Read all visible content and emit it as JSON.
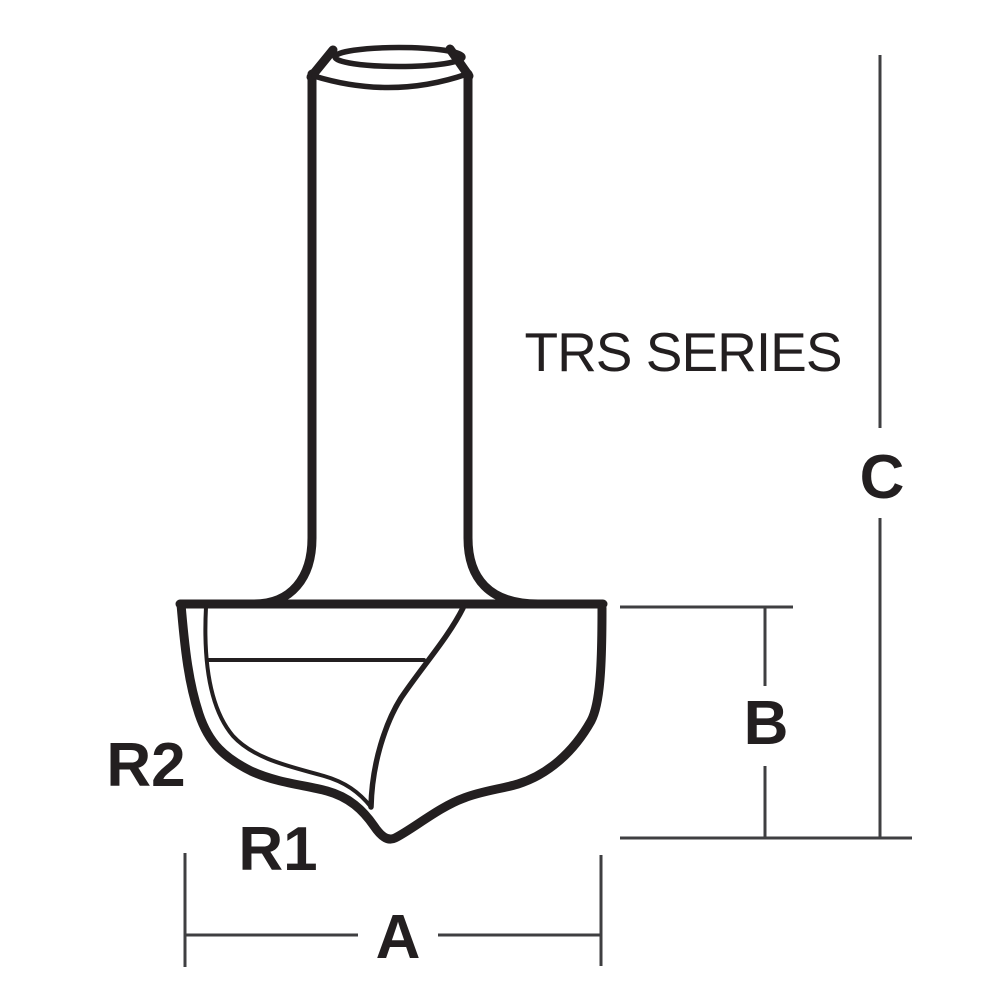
{
  "title": "TRS SERIES",
  "diagram": {
    "type": "router-bit-dimension-drawing",
    "labels": {
      "dim_a": "A",
      "dim_b": "B",
      "dim_c": "C",
      "radius1": "R1",
      "radius2": "R2"
    },
    "dimensions_shown": [
      "A",
      "B",
      "C",
      "R1",
      "R2"
    ],
    "colors": {
      "background": "#ffffff",
      "line": "#231f20",
      "dimension": "#3f3f41",
      "text": "#231f20"
    }
  }
}
